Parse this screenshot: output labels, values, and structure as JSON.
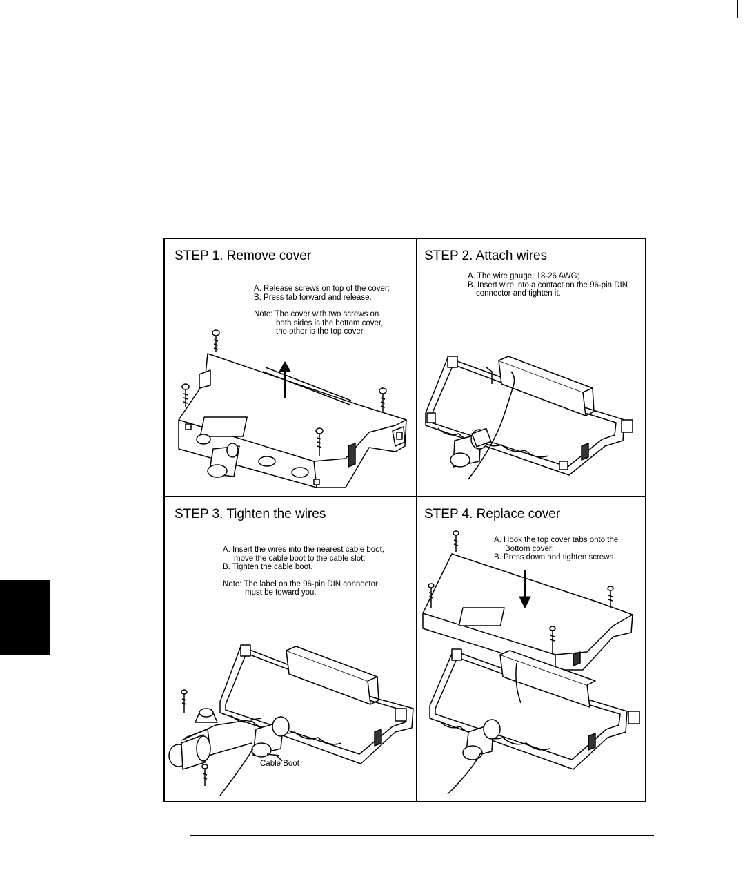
{
  "page": {},
  "steps": [
    {
      "title": "STEP 1. Remove cover",
      "lines": [
        "A. Release screws on top of the cover;",
        "B. Press tab forward and release."
      ],
      "note": [
        "Note: The cover with two screws on",
        "both sides is the bottom cover,",
        "the other is the top cover."
      ]
    },
    {
      "title": "STEP 2. Attach wires",
      "lines": [
        "A. The wire gauge: 18-26 AWG;",
        "B. Insert wire into a contact on the 96-pin DIN",
        "connector and tighten it."
      ]
    },
    {
      "title": "STEP 3. Tighten the wires",
      "lines": [
        "A. Insert the wires into the nearest cable boot,",
        "move the cable boot to the cable slot;",
        "B. Tighten the cable boot."
      ],
      "note": [
        "Note: The label on the 96-pin DIN connector",
        "must be toward you."
      ],
      "callout": "Cable Boot"
    },
    {
      "title": "STEP 4. Replace cover",
      "lines": [
        "A. Hook the top cover tabs onto the",
        "Bottom cover;",
        "B. Press down and tighten screws."
      ]
    }
  ]
}
